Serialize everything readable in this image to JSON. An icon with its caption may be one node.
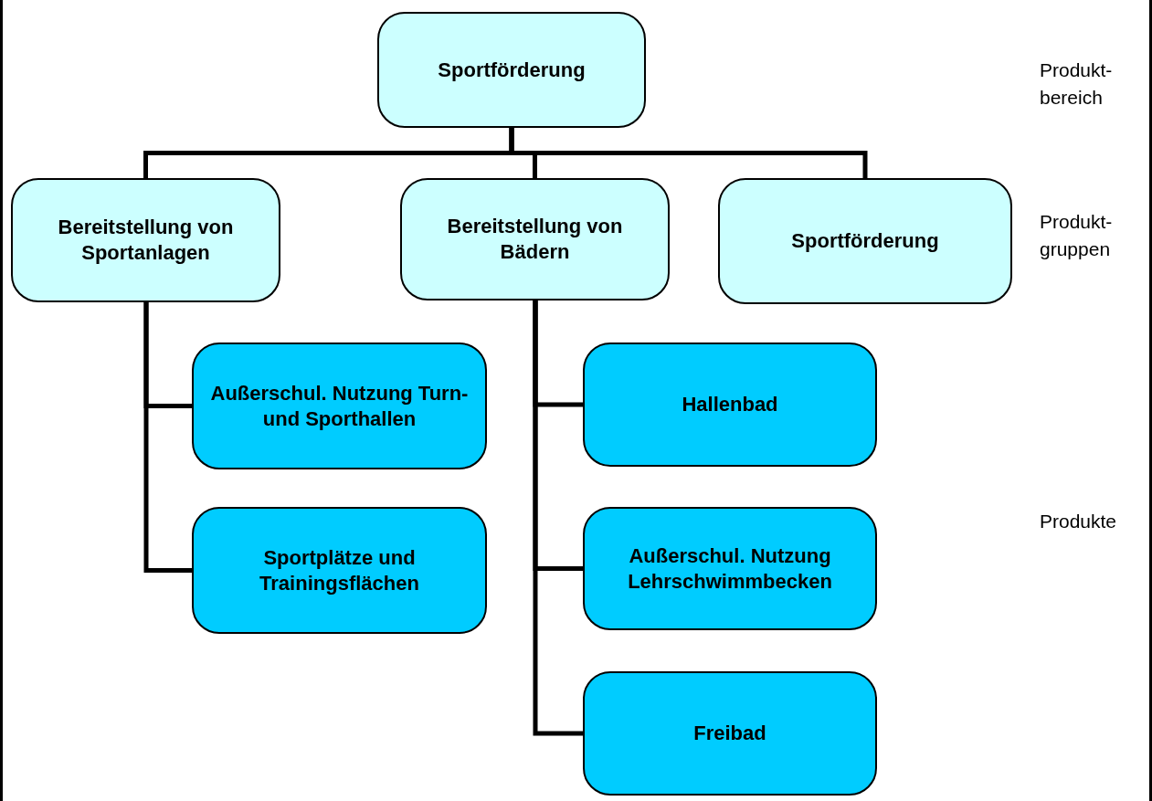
{
  "diagram": {
    "nodes": [
      {
        "text": [
          "Sportförderung"
        ]
      },
      {
        "text": [
          "Bereitstellung von Sportanlagen"
        ]
      },
      {
        "text": [
          "Bereitstellung von Bädern"
        ]
      },
      {
        "text": [
          "Sportförderung"
        ]
      },
      {
        "text": [
          "Außerschul. Nutzung Turn- und Sporthallen"
        ]
      },
      {
        "text": [
          "Sportplätze und Trainingsflächen"
        ]
      },
      {
        "text": [
          "Hallenbad"
        ]
      },
      {
        "text": [
          "Außerschul. Nutzung Lehrschwimmbecken"
        ]
      },
      {
        "text": [
          "Freibad"
        ]
      }
    ],
    "edges": [
      {
        "from": 0,
        "to": 1,
        "arrow": "none"
      },
      {
        "from": 0,
        "to": 2,
        "arrow": "none"
      },
      {
        "from": 0,
        "to": 3,
        "arrow": "none"
      },
      {
        "from": 1,
        "to": 4,
        "arrow": "none"
      },
      {
        "from": 1,
        "to": 5,
        "arrow": "none"
      },
      {
        "from": 2,
        "to": 6,
        "arrow": "none"
      },
      {
        "from": 2,
        "to": 7,
        "arrow": "none"
      },
      {
        "from": 2,
        "to": 8,
        "arrow": "none"
      }
    ],
    "labels": [
      "Produkt- bereich",
      "Produkt- gruppen",
      "Produkte"
    ]
  }
}
